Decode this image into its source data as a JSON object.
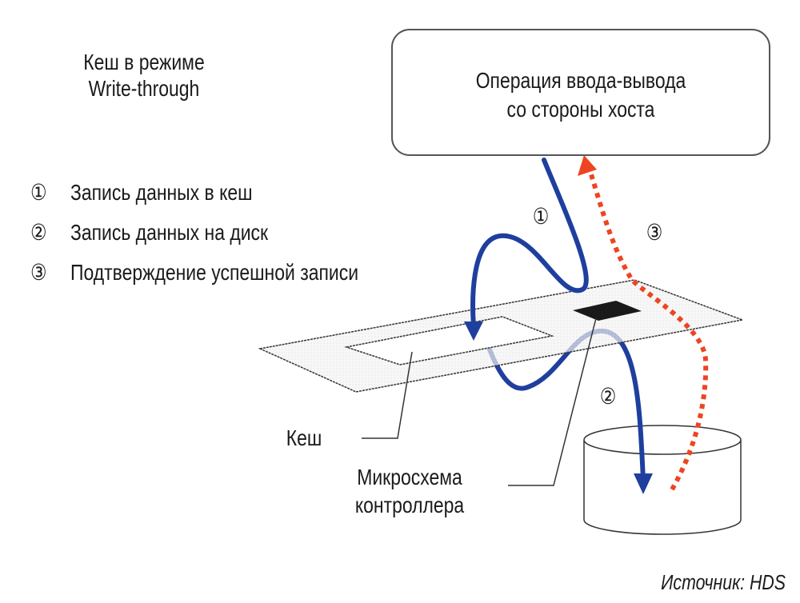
{
  "title": {
    "line1": "Кеш в режиме",
    "line2": "Write-through"
  },
  "legend": [
    {
      "marker": "①",
      "label": "Запись данных в кеш"
    },
    {
      "marker": "②",
      "label": "Запись данных на диск"
    },
    {
      "marker": "③",
      "label": "Подтверждение успешной записи"
    }
  ],
  "host_box": {
    "line1": "Операция ввода-вывода",
    "line2": "со стороны хоста"
  },
  "step_markers": {
    "one": "①",
    "two": "②",
    "three": "③"
  },
  "labels": {
    "cache": "Кеш",
    "chip_line1": "Микросхема",
    "chip_line2": "контроллера"
  },
  "source": "Источник: HDS",
  "colors": {
    "write_arrow": "#1f3f9e",
    "ack_arrow": "#ee4422",
    "chip": "#1a1a1a"
  }
}
